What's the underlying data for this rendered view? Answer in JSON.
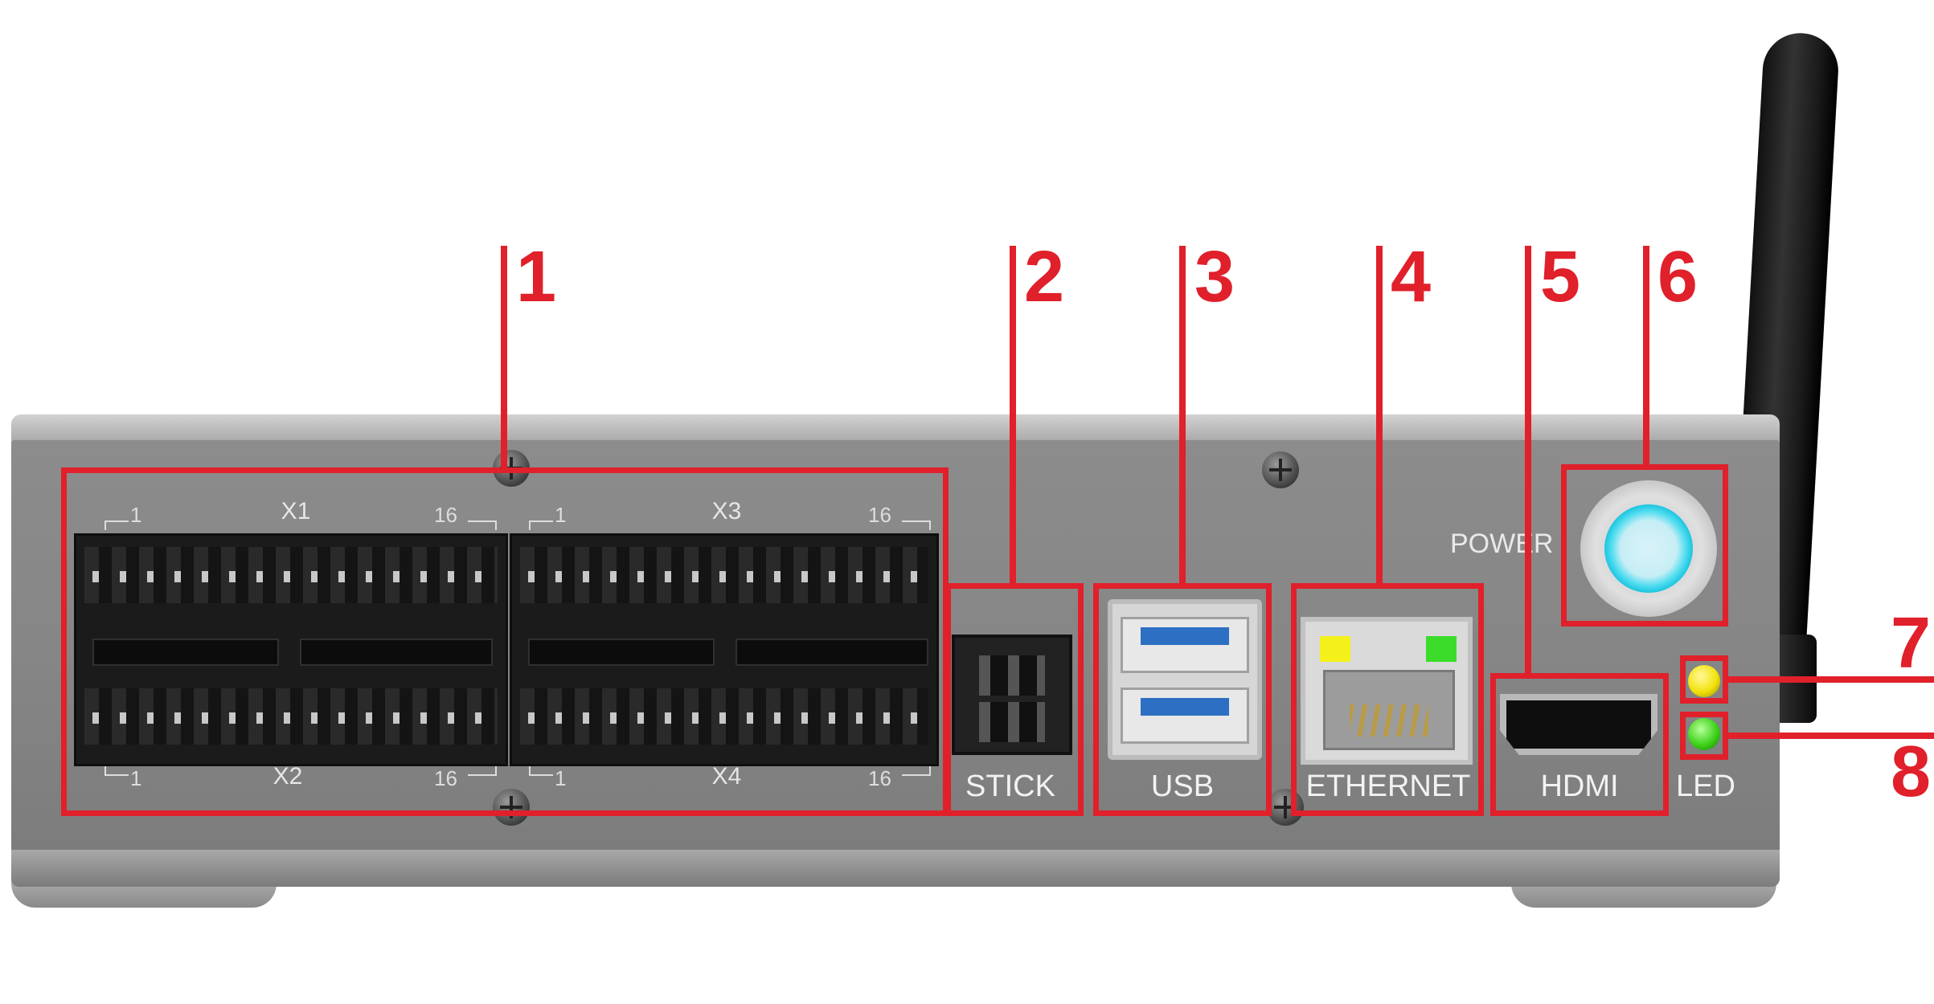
{
  "headers": {
    "x1": {
      "name": "X1",
      "first": "1",
      "last": "16"
    },
    "x3": {
      "name": "X3",
      "first": "1",
      "last": "16"
    },
    "x2": {
      "name": "X2",
      "first": "1",
      "last": "16"
    },
    "x4": {
      "name": "X4",
      "first": "1",
      "last": "16"
    }
  },
  "ports": {
    "stick": "STICK",
    "usb": "USB",
    "ethernet": "ETHERNET",
    "hdmi": "HDMI",
    "led": "LED",
    "power": "POWER"
  },
  "callouts": [
    "1",
    "2",
    "3",
    "4",
    "5",
    "6",
    "7",
    "8"
  ],
  "colors": {
    "annotation": "#e0202a",
    "power_glow": "#1fc6e0",
    "led_yellow": "#f2e30c",
    "led_green": "#3ed21a",
    "eth_led_yellow": "#f4f11a",
    "eth_led_green": "#3bdc2a",
    "usb_blue": "#2d6fc2"
  }
}
